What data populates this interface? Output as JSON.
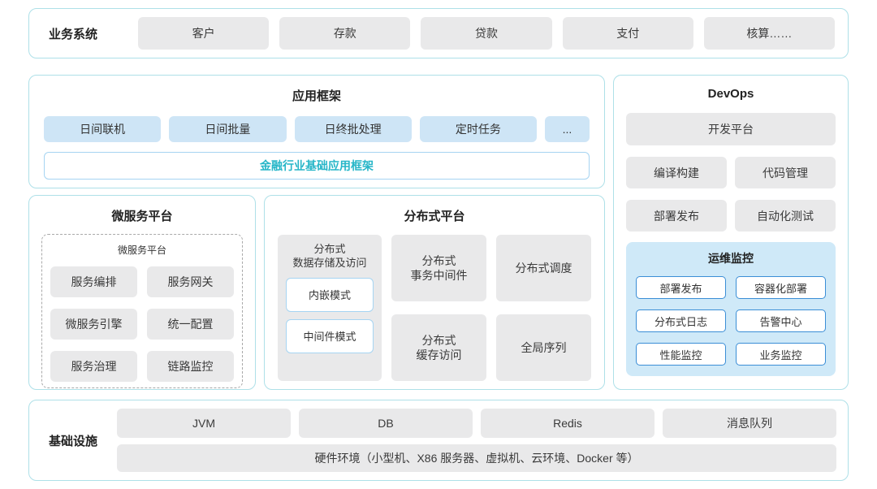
{
  "business": {
    "label": "业务系统",
    "items": [
      "客户",
      "存款",
      "贷款",
      "支付",
      "核算……"
    ]
  },
  "app_framework": {
    "title": "应用框架",
    "items": [
      "日间联机",
      "日间批量",
      "日终批处理",
      "定时任务",
      "..."
    ],
    "base_label": "金融行业基础应用框架"
  },
  "microservice": {
    "title": "微服务平台",
    "inner_title": "微服务平台",
    "items": [
      "服务编排",
      "服务网关",
      "微服务引擎",
      "统一配置",
      "服务治理",
      "链路监控"
    ]
  },
  "distributed": {
    "title": "分布式平台",
    "storage": {
      "title": "分布式\n数据存储及访问",
      "modes": [
        "内嵌模式",
        "中间件模式"
      ]
    },
    "col2": [
      "分布式\n事务中间件",
      "分布式\n缓存访问"
    ],
    "col3": [
      "分布式调度",
      "全局序列"
    ]
  },
  "devops": {
    "title": "DevOps",
    "platform": "开发平台",
    "tools": [
      "编译构建",
      "代码管理",
      "部署发布",
      "自动化测试"
    ],
    "monitor": {
      "title": "运维监控",
      "items": [
        "部署发布",
        "容器化部署",
        "分布式日志",
        "告警中心",
        "性能监控",
        "业务监控"
      ]
    }
  },
  "infrastructure": {
    "label": "基础设施",
    "items": [
      "JVM",
      "DB",
      "Redis",
      "消息队列"
    ],
    "hardware": "硬件环境（小型机、X86 服务器、虚拟机、云环境、Docker 等）"
  },
  "colors": {
    "panel_border": "#aee0e8",
    "gray_box": "#e9e9ea",
    "blue_box": "#cee5f6",
    "white_box_border": "#a6d4f2",
    "teal_text": "#27b6c8",
    "monitor_bg": "#cfe9f8",
    "monitor_border": "#3b8ed6"
  }
}
